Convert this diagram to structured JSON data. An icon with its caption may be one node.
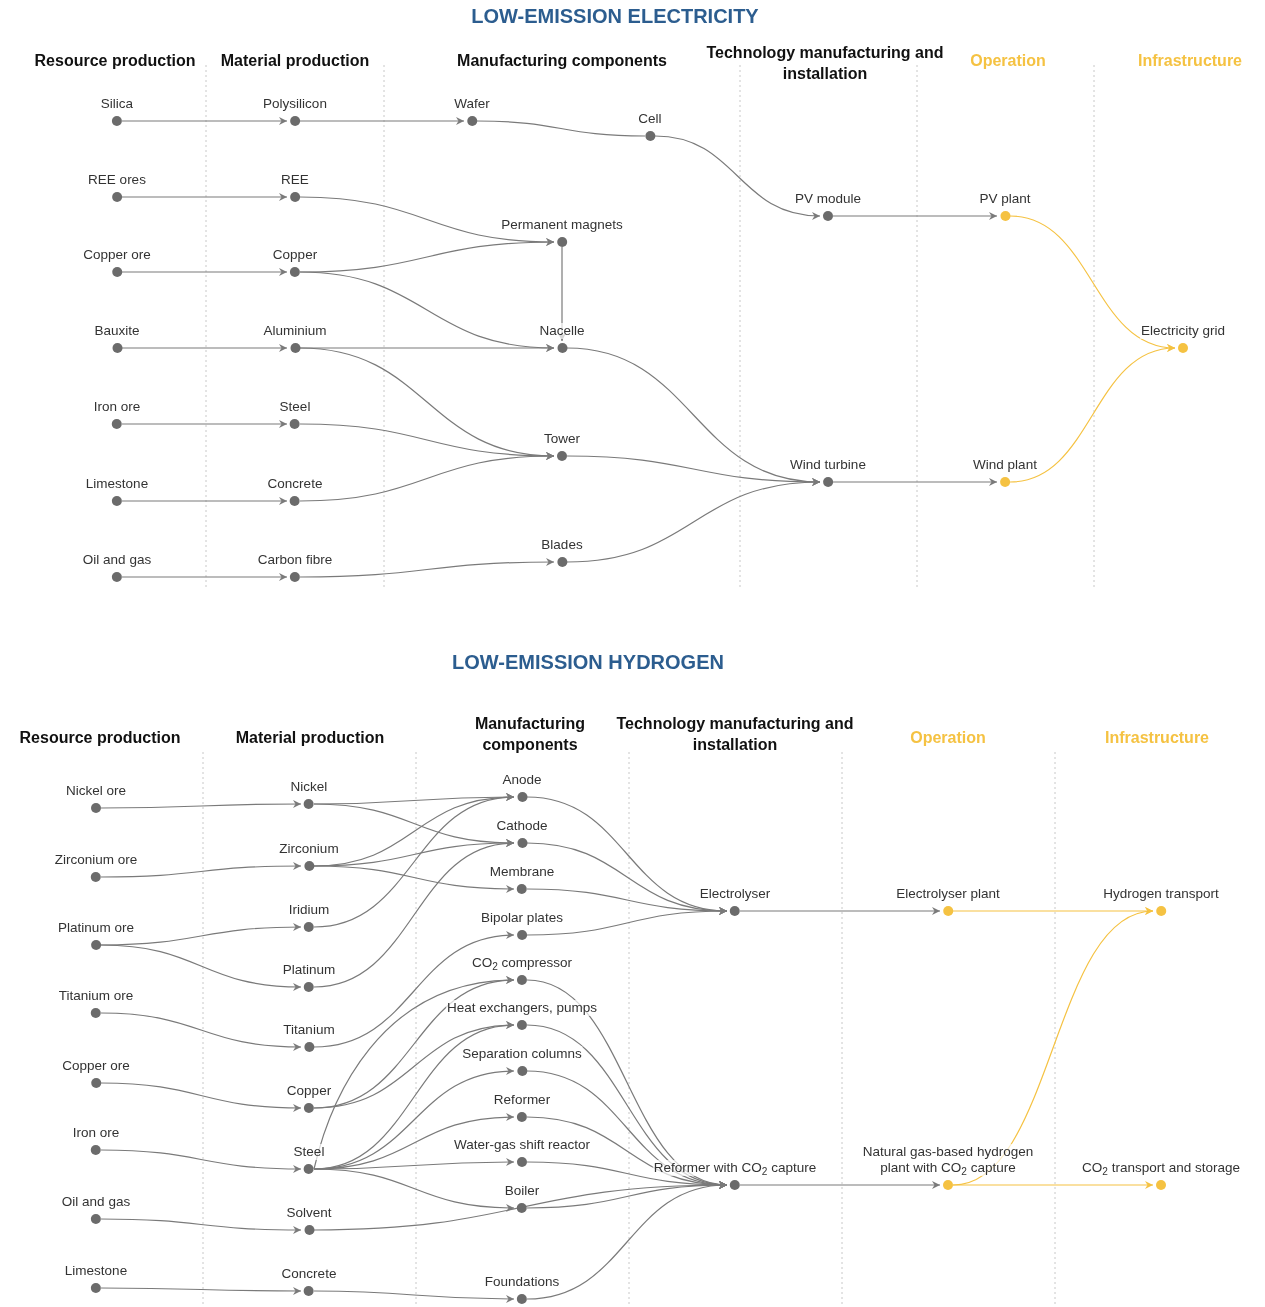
{
  "diagram": {
    "nodes": [
      {
        "text": [
          "Silica"
        ]
      },
      {
        "text": [
          "Polysilicon"
        ]
      },
      {
        "text": [
          "Wafer"
        ]
      },
      {
        "text": [
          "Cell"
        ]
      },
      {
        "text": [
          "REE ores"
        ]
      },
      {
        "text": [
          "REE"
        ]
      },
      {
        "text": [
          "Permanent magnets"
        ]
      },
      {
        "text": [
          "Copper ore"
        ]
      },
      {
        "text": [
          "Copper"
        ]
      },
      {
        "text": [
          "Bauxite"
        ]
      },
      {
        "text": [
          "Aluminium"
        ]
      },
      {
        "text": [
          "Nacelle"
        ]
      },
      {
        "text": [
          "Iron ore"
        ]
      },
      {
        "text": [
          "Steel"
        ]
      },
      {
        "text": [
          "Tower"
        ]
      },
      {
        "text": [
          "Limestone"
        ]
      },
      {
        "text": [
          "Concrete"
        ]
      },
      {
        "text": [
          "Oil and gas"
        ]
      },
      {
        "text": [
          "Carbon fibre"
        ]
      },
      {
        "text": [
          "Blades"
        ]
      },
      {
        "text": [
          "PV module"
        ]
      },
      {
        "text": [
          "PV plant"
        ]
      },
      {
        "text": [
          "Electricity grid"
        ]
      },
      {
        "text": [
          "Wind turbine"
        ]
      },
      {
        "text": [
          "Wind plant"
        ]
      },
      {
        "text": [
          "Nickel ore"
        ]
      },
      {
        "text": [
          "Nickel"
        ]
      },
      {
        "text": [
          "Anode"
        ]
      },
      {
        "text": [
          "Cathode"
        ]
      },
      {
        "text": [
          "Zirconium ore"
        ]
      },
      {
        "text": [
          "Zirconium"
        ]
      },
      {
        "text": [
          "Membrane"
        ]
      },
      {
        "text": [
          "Electrolyser"
        ]
      },
      {
        "text": [
          "Electrolyser plant"
        ]
      },
      {
        "text": [
          "Hydrogen transport"
        ]
      },
      {
        "text": [
          "Platinum ore"
        ]
      },
      {
        "text": [
          "Iridium"
        ]
      },
      {
        "text": [
          "Bipolar plates"
        ]
      },
      {
        "text": [
          "Platinum"
        ]
      },
      {
        "text": [
          "CO$_{2}$ compressor"
        ]
      },
      {
        "text": [
          "Titanium ore"
        ]
      },
      {
        "text": [
          "Titanium"
        ]
      },
      {
        "text": [
          "Heat exchangers, pumps"
        ]
      },
      {
        "text": [
          "Copper ore"
        ]
      },
      {
        "text": [
          "Copper"
        ]
      },
      {
        "text": [
          "Separation columns"
        ]
      },
      {
        "text": [
          "Reformer"
        ]
      },
      {
        "text": [
          "Iron ore"
        ]
      },
      {
        "text": [
          "Steel"
        ]
      },
      {
        "text": [
          "Water-gas shift reactor"
        ]
      },
      {
        "text": [
          "Reformer with CO$_{2}$ capture"
        ]
      },
      {
        "text": [
          "Natural gas-based hydrogen plant with CO$_{2}$ capture"
        ]
      },
      {
        "text": [
          "CO$_{2}$ transport and storage"
        ]
      },
      {
        "text": [
          "Boiler"
        ]
      },
      {
        "text": [
          "Oil and gas"
        ]
      },
      {
        "text": [
          "Solvent"
        ]
      },
      {
        "text": [
          "Limestone"
        ]
      },
      {
        "text": [
          "Concrete"
        ]
      },
      {
        "text": [
          "Foundations"
        ]
      }
    ],
    "edges": [
      {
        "from": 0,
        "to": 1,
        "arrow": "to"
      },
      {
        "from": 1,
        "to": 2,
        "arrow": "to"
      },
      {
        "from": 2,
        "to": 3,
        "arrow": "none"
      },
      {
        "from": 3,
        "to": 20,
        "arrow": "to"
      },
      {
        "from": 20,
        "to": 21,
        "arrow": "to"
      },
      {
        "from": 21,
        "to": 22,
        "arrow": "to",
        "color": "#f5c242"
      },
      {
        "from": 4,
        "to": 5,
        "arrow": "to"
      },
      {
        "from": 5,
        "to": 6,
        "arrow": "to"
      },
      {
        "from": 7,
        "to": 8,
        "arrow": "to"
      },
      {
        "from": 8,
        "to": 6,
        "arrow": "to"
      },
      {
        "from": 8,
        "to": 11,
        "arrow": "to"
      },
      {
        "from": 6,
        "to": 11,
        "arrow": "to"
      },
      {
        "from": 9,
        "to": 10,
        "arrow": "to"
      },
      {
        "from": 10,
        "to": 11,
        "arrow": "to"
      },
      {
        "from": 10,
        "to": 14,
        "arrow": "to"
      },
      {
        "from": 12,
        "to": 13,
        "arrow": "to"
      },
      {
        "from": 13,
        "to": 14,
        "arrow": "to"
      },
      {
        "from": 15,
        "to": 16,
        "arrow": "to"
      },
      {
        "from": 16,
        "to": 14,
        "arrow": "to"
      },
      {
        "from": 17,
        "to": 18,
        "arrow": "to"
      },
      {
        "from": 18,
        "to": 19,
        "arrow": "to"
      },
      {
        "from": 11,
        "to": 23,
        "arrow": "to"
      },
      {
        "from": 14,
        "to": 23,
        "arrow": "to"
      },
      {
        "from": 19,
        "to": 23,
        "arrow": "to"
      },
      {
        "from": 23,
        "to": 24,
        "arrow": "to"
      },
      {
        "from": 24,
        "to": 22,
        "arrow": "to",
        "color": "#f5c242"
      },
      {
        "from": 25,
        "to": 26,
        "arrow": "to"
      },
      {
        "from": 29,
        "to": 30,
        "arrow": "to"
      },
      {
        "from": 35,
        "to": 36,
        "arrow": "to"
      },
      {
        "from": 35,
        "to": 38,
        "arrow": "to"
      },
      {
        "from": 40,
        "to": 41,
        "arrow": "to"
      },
      {
        "from": 43,
        "to": 44,
        "arrow": "to"
      },
      {
        "from": 47,
        "to": 48,
        "arrow": "to"
      },
      {
        "from": 54,
        "to": 55,
        "arrow": "to"
      },
      {
        "from": 56,
        "to": 57,
        "arrow": "to"
      },
      {
        "from": 26,
        "to": 27,
        "arrow": "to"
      },
      {
        "from": 26,
        "to": 28,
        "arrow": "to"
      },
      {
        "from": 30,
        "to": 27,
        "arrow": "to"
      },
      {
        "from": 30,
        "to": 28,
        "arrow": "to"
      },
      {
        "from": 30,
        "to": 31,
        "arrow": "to"
      },
      {
        "from": 36,
        "to": 27,
        "arrow": "to"
      },
      {
        "from": 38,
        "to": 28,
        "arrow": "to"
      },
      {
        "from": 41,
        "to": 37,
        "arrow": "to"
      },
      {
        "from": 44,
        "to": 39,
        "arrow": "to"
      },
      {
        "from": 44,
        "to": 42,
        "arrow": "to"
      },
      {
        "from": 48,
        "to": 39,
        "arrow": "to"
      },
      {
        "from": 48,
        "to": 42,
        "arrow": "to"
      },
      {
        "from": 48,
        "to": 45,
        "arrow": "to"
      },
      {
        "from": 48,
        "to": 46,
        "arrow": "to"
      },
      {
        "from": 48,
        "to": 49,
        "arrow": "to"
      },
      {
        "from": 48,
        "to": 53,
        "arrow": "to"
      },
      {
        "from": 55,
        "to": 50,
        "arrow": "to"
      },
      {
        "from": 57,
        "to": 58,
        "arrow": "to"
      },
      {
        "from": 27,
        "to": 32,
        "arrow": "to"
      },
      {
        "from": 28,
        "to": 32,
        "arrow": "to"
      },
      {
        "from": 31,
        "to": 32,
        "arrow": "to"
      },
      {
        "from": 37,
        "to": 32,
        "arrow": "to"
      },
      {
        "from": 39,
        "to": 50,
        "arrow": "to"
      },
      {
        "from": 42,
        "to": 50,
        "arrow": "to"
      },
      {
        "from": 45,
        "to": 50,
        "arrow": "to"
      },
      {
        "from": 46,
        "to": 50,
        "arrow": "to"
      },
      {
        "from": 49,
        "to": 50,
        "arrow": "to"
      },
      {
        "from": 53,
        "to": 50,
        "arrow": "to"
      },
      {
        "from": 58,
        "to": 50,
        "arrow": "to"
      },
      {
        "from": 32,
        "to": 33,
        "arrow": "to"
      },
      {
        "from": 33,
        "to": 34,
        "arrow": "to",
        "color": "#f5c242"
      },
      {
        "from": 50,
        "to": 51,
        "arrow": "to"
      },
      {
        "from": 51,
        "to": 52,
        "arrow": "to",
        "color": "#f5c242"
      },
      {
        "from": 51,
        "to": 34,
        "arrow": "to",
        "color": "#f5c242"
      }
    ],
    "labels": [
      "LOW-EMISSION ELECTRICITY",
      "Resource production",
      "Material production",
      "Manufacturing components",
      "Technology manufacturing and installation",
      "Operation",
      "Infrastructure",
      "LOW-EMISSION HYDROGEN",
      "Resource production",
      "Material production",
      "Manufacturing components",
      "Technology manufacturing and installation",
      "Operation",
      "Infrastructure"
    ]
  }
}
